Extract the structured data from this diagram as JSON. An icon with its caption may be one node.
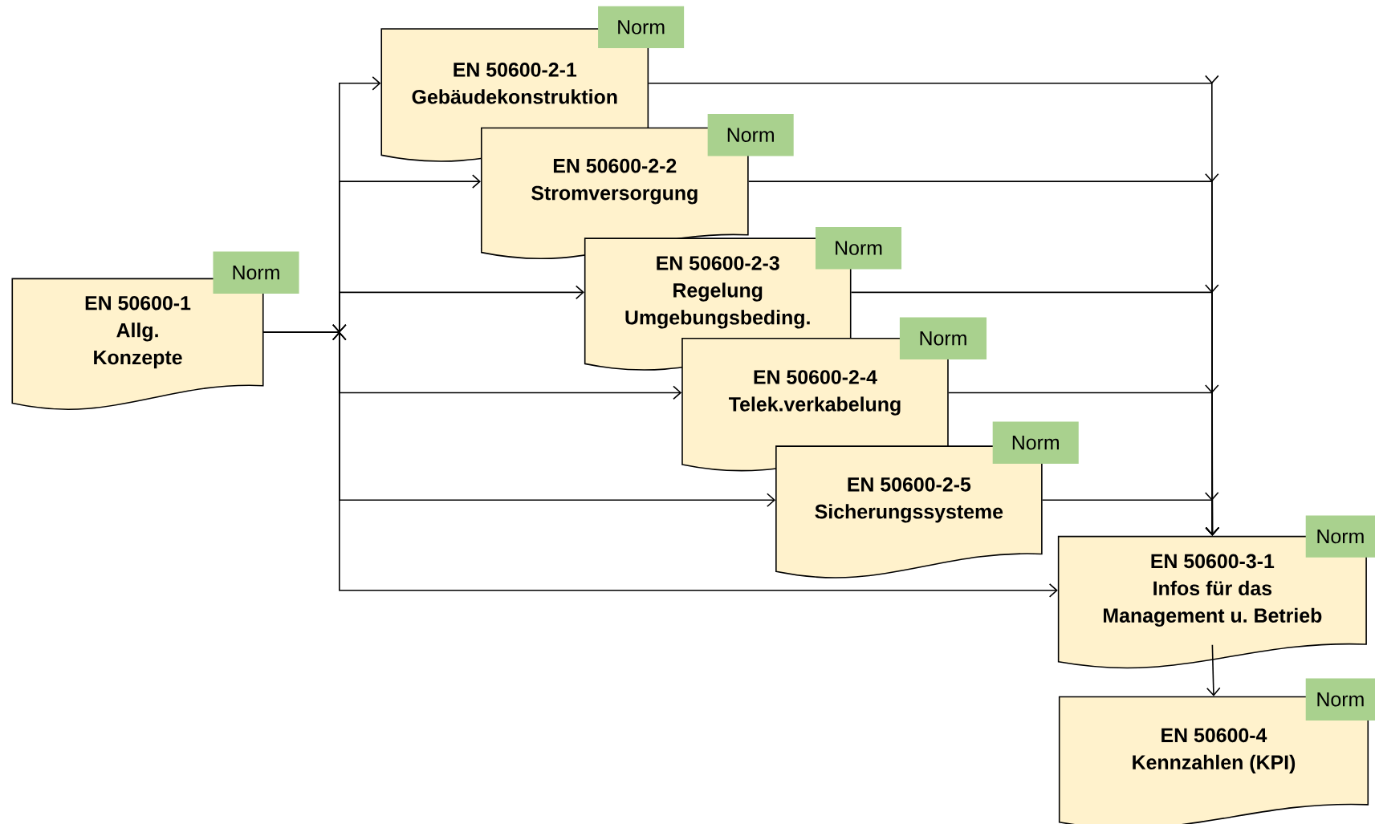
{
  "diagram": {
    "nodes": [
      {
        "text": [
          "EN 50600-1 Allg. Konzepte"
        ]
      },
      {
        "text": [
          "Norm"
        ]
      },
      {
        "text": [
          "EN 50600-2-1 Gebäudekonstruktion"
        ]
      },
      {
        "text": [
          "Norm"
        ]
      },
      {
        "text": [
          "EN 50600-2-2 Stromversorgung"
        ]
      },
      {
        "text": [
          "Norm"
        ]
      },
      {
        "text": [
          "EN 50600-2-3 Regelung Umgebungsbeding."
        ]
      },
      {
        "text": [
          "Norm"
        ]
      },
      {
        "text": [
          "EN 50600-2-4 Telek.verkabelung"
        ]
      },
      {
        "text": [
          "Norm"
        ]
      },
      {
        "text": [
          "EN 50600-2-5 Sicherungssysteme"
        ]
      },
      {
        "text": [
          "Norm"
        ]
      },
      {
        "text": [
          "EN 50600-3-1 Infos für das Management u. Betrieb"
        ]
      },
      {
        "text": [
          "Norm"
        ]
      },
      {
        "text": [
          "EN 50600-4 Kennzahlen (KPI)"
        ]
      },
      {
        "text": [
          "Norm"
        ]
      }
    ],
    "edges": [
      {
        "from": 0,
        "to": 2,
        "arrow": "to"
      },
      {
        "from": 0,
        "to": 4,
        "arrow": "to"
      },
      {
        "from": 0,
        "to": 6,
        "arrow": "to"
      },
      {
        "from": 0,
        "to": 8,
        "arrow": "to"
      },
      {
        "from": 0,
        "to": 10,
        "arrow": "to"
      },
      {
        "from": 0,
        "to": 12,
        "arrow": "to"
      },
      {
        "from": 2,
        "to": 12,
        "arrow": "to"
      },
      {
        "from": 4,
        "to": 12,
        "arrow": "to"
      },
      {
        "from": 6,
        "to": 12,
        "arrow": "to"
      },
      {
        "from": 8,
        "to": 12,
        "arrow": "to"
      },
      {
        "from": 10,
        "to": 12,
        "arrow": "to"
      },
      {
        "from": 12,
        "to": 14,
        "arrow": "to"
      }
    ]
  }
}
